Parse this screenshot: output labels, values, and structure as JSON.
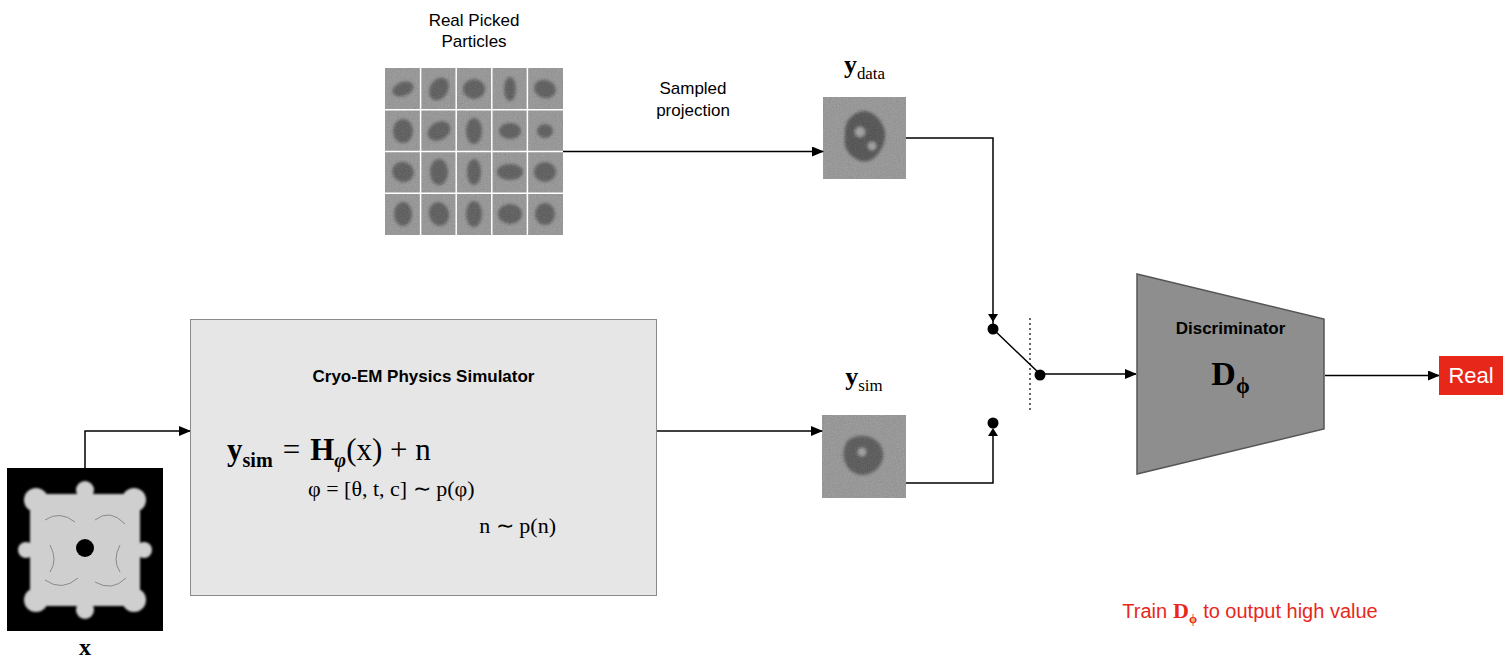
{
  "diagram": {
    "nodes": [
      {
        "text": [
          "Real Picked Particles"
        ]
      },
      {
        "text": [
          "y",
          "data"
        ]
      },
      {
        "text": [
          "Discriminator",
          "D",
          "ϕ"
        ]
      },
      {
        "text": [
          "Real"
        ]
      },
      {
        "text": [
          "x"
        ]
      },
      {
        "text": [
          "Cryo-EM Physics Simulator",
          "y",
          "sim",
          "=",
          "H",
          "φ",
          "(x) + n",
          "φ = [θ, t, c] ∼ p(φ)",
          "n ∼ p(n)"
        ]
      },
      {
        "text": [
          "y",
          "sim"
        ]
      }
    ],
    "edges": [
      {
        "from": 0,
        "to": 1,
        "arrow": "to",
        "label": "Sampled projection"
      },
      {
        "from": 1,
        "to": 2,
        "arrow": "to"
      },
      {
        "from": 2,
        "to": 3,
        "arrow": "to"
      },
      {
        "from": 4,
        "to": 5,
        "arrow": "to"
      },
      {
        "from": 5,
        "to": 6,
        "arrow": "to"
      }
    ],
    "labels": [
      "Train",
      "D",
      "ϕ",
      "to output high value"
    ]
  }
}
